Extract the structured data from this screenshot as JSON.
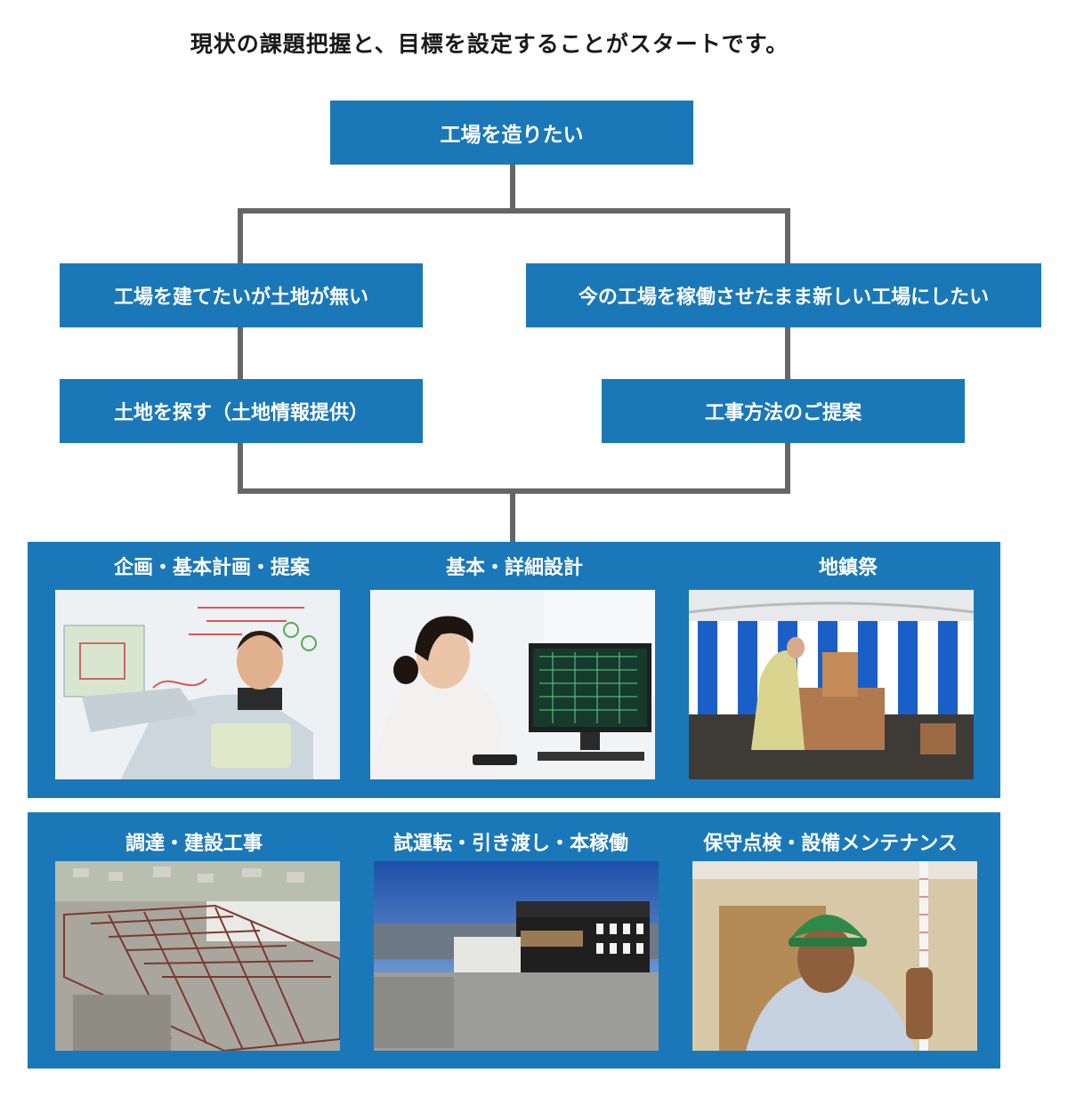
{
  "headline": "現状の課題把握と、目標を設定することがスタートです。",
  "flow": {
    "root": "工場を造りたい",
    "left_branch": "工場を建てたいが土地が無い",
    "right_branch": "今の工場を稼働させたまま新しい工場にしたい",
    "left_sub": "土地を探す（土地情報提供）",
    "right_sub": "工事方法のご提案"
  },
  "steps": [
    {
      "title": "企画・基本計画・提案",
      "image": "planning-meeting-photo"
    },
    {
      "title": "基本・詳細設計",
      "image": "cad-design-photo"
    },
    {
      "title": "地鎮祭",
      "image": "groundbreaking-ceremony-photo"
    },
    {
      "title": "調達・建設工事",
      "image": "construction-site-aerial-photo"
    },
    {
      "title": "試運転・引き渡し・本稼働",
      "image": "completed-factory-photo"
    },
    {
      "title": "保守点検・設備メンテナンス",
      "image": "maintenance-inspection-photo"
    }
  ],
  "colors": {
    "box": "#1a78b8",
    "connector": "#666666",
    "text": "#1a1a1a"
  }
}
